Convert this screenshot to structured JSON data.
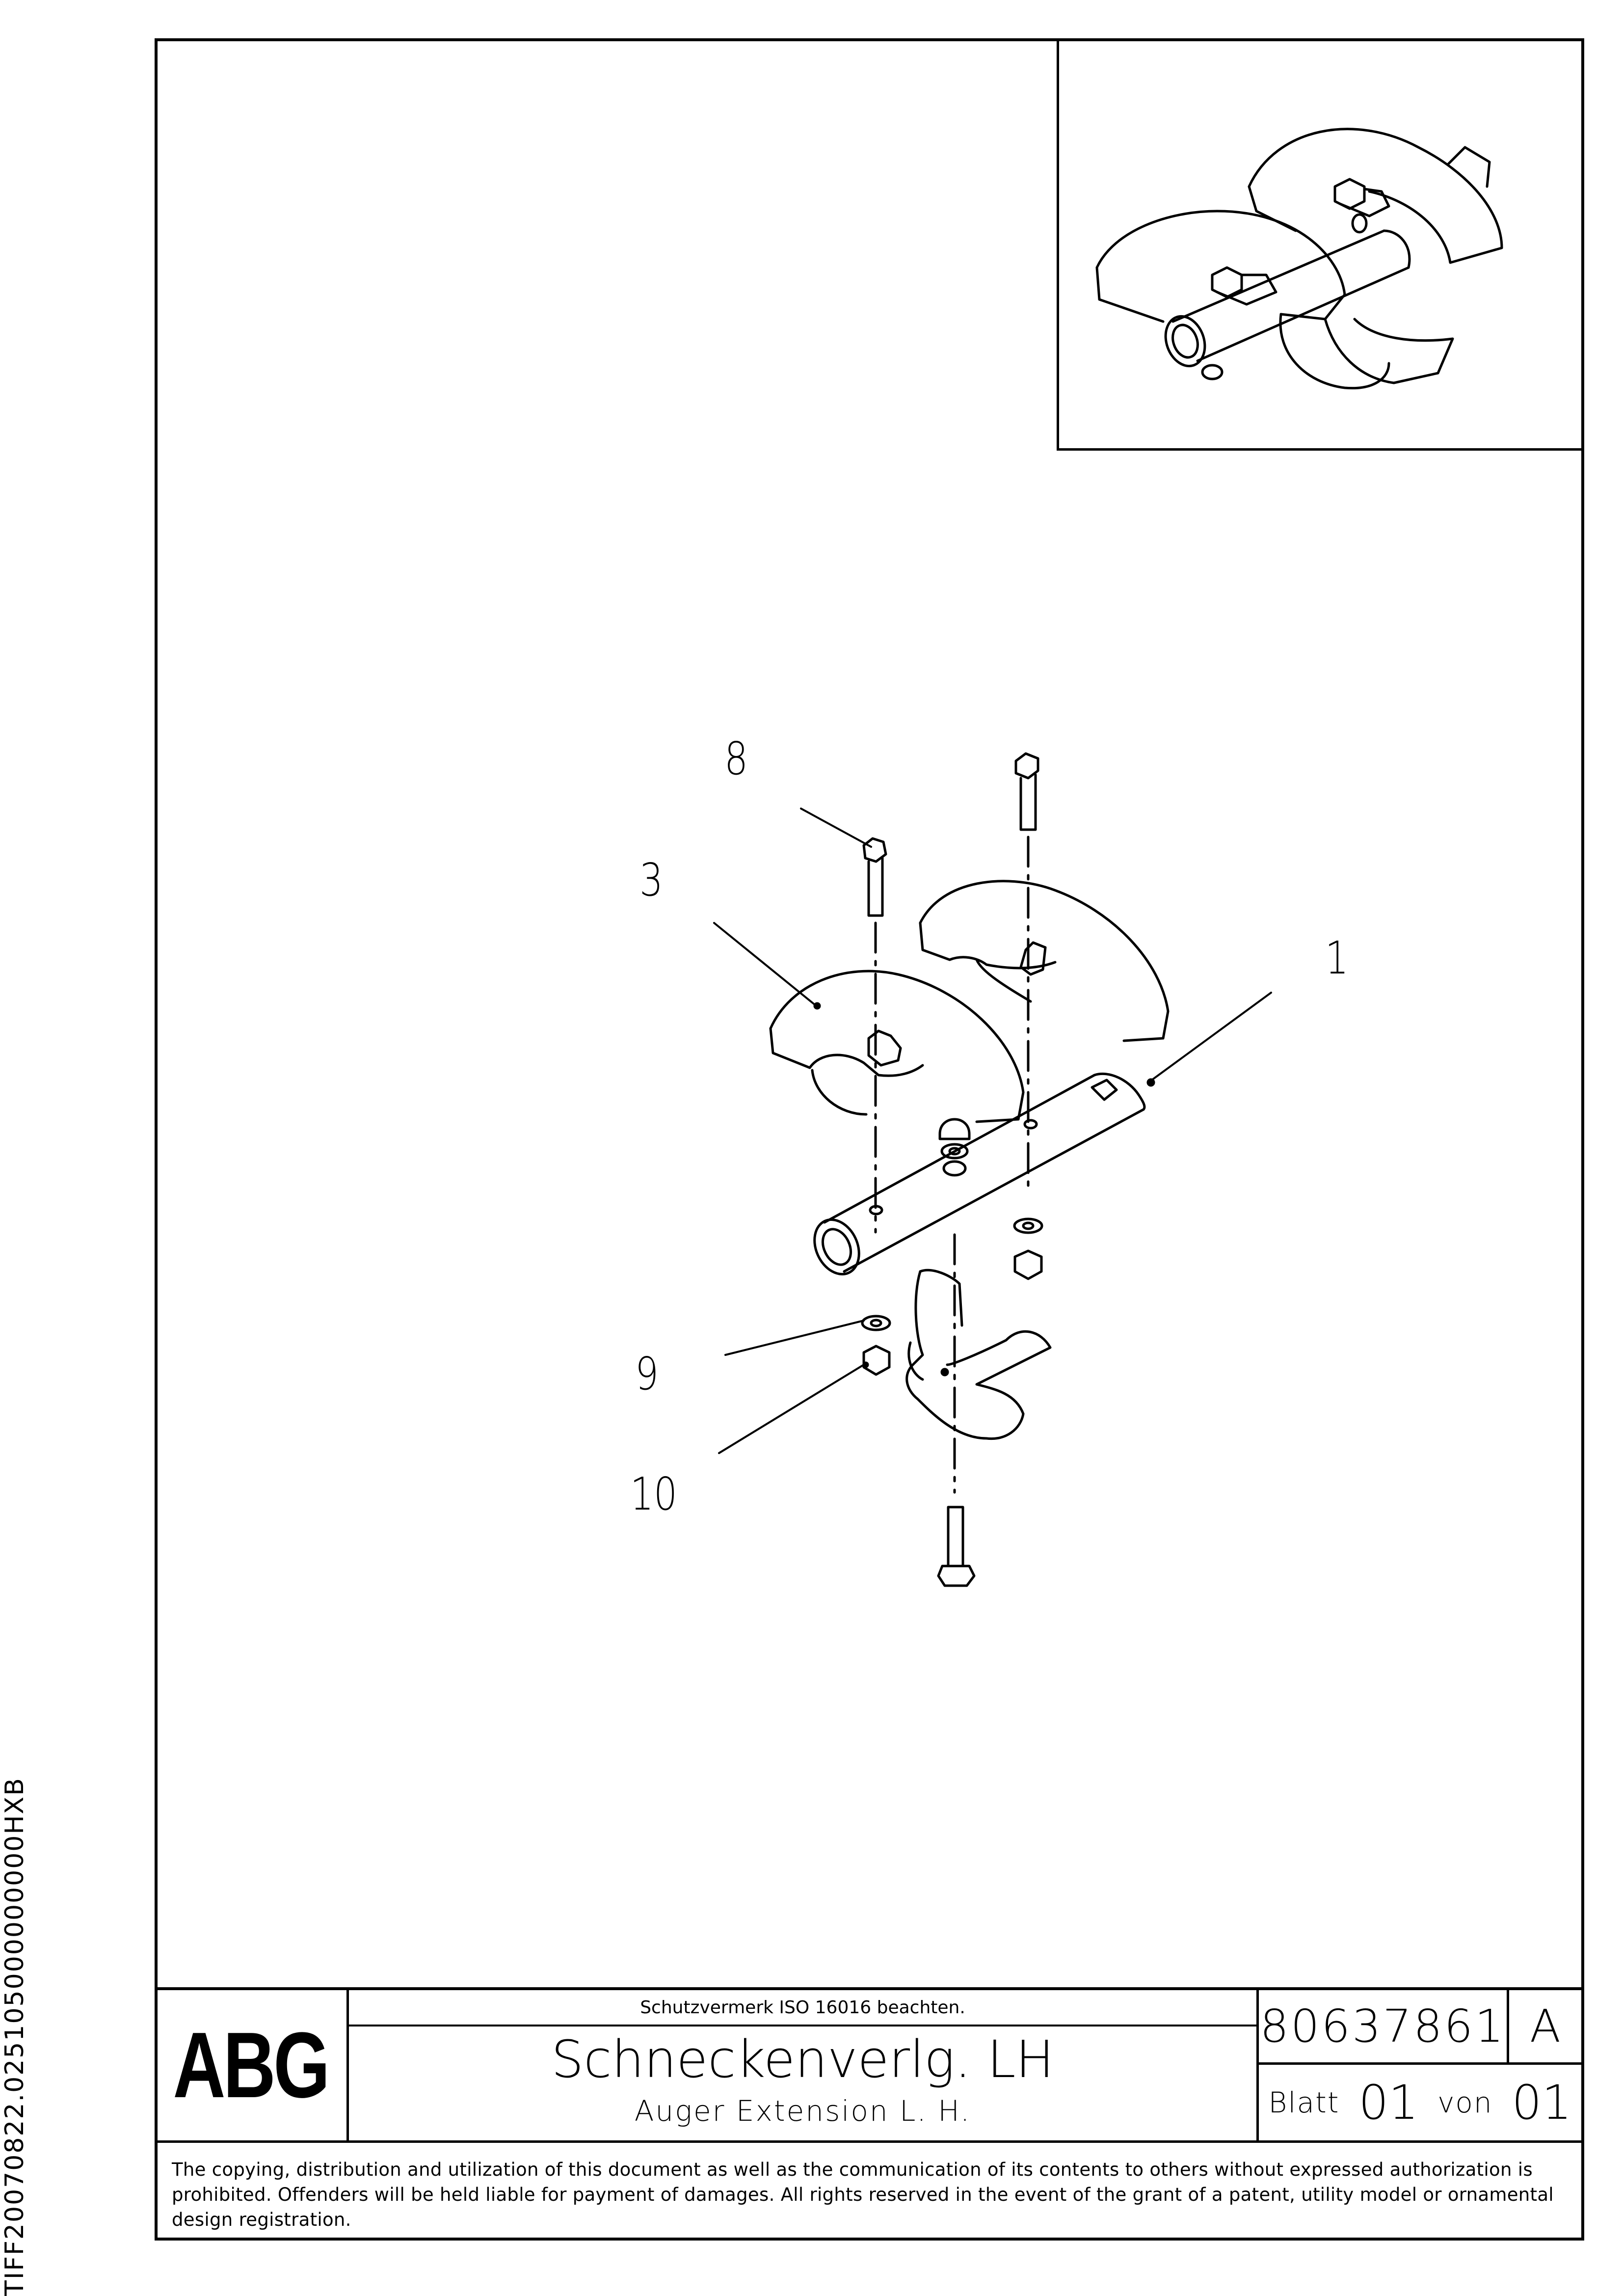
{
  "drawing": {
    "callouts": [
      "8",
      "3",
      "1",
      "9",
      "10"
    ]
  },
  "side_code": "TIFF20070822.025105000000000HXB",
  "title_block": {
    "logo": "ABG",
    "protection_note": "Schutzvermerk ISO 16016 beachten.",
    "title": "Schneckenverlg. LH",
    "subtitle": "Auger Extension L. H.",
    "part_number": "80637861",
    "revision": "A",
    "sheet_label": "Blatt",
    "sheet_number": "01",
    "of_label": "von",
    "sheet_total": "01"
  },
  "legal_text": "The copying, distribution and utilization of this document as well as the communication of its contents to others without expressed authorization is prohibited. Offenders will be held liable for payment of damages. All rights reserved in the event of the grant of a patent, utility model or ornamental design registration."
}
